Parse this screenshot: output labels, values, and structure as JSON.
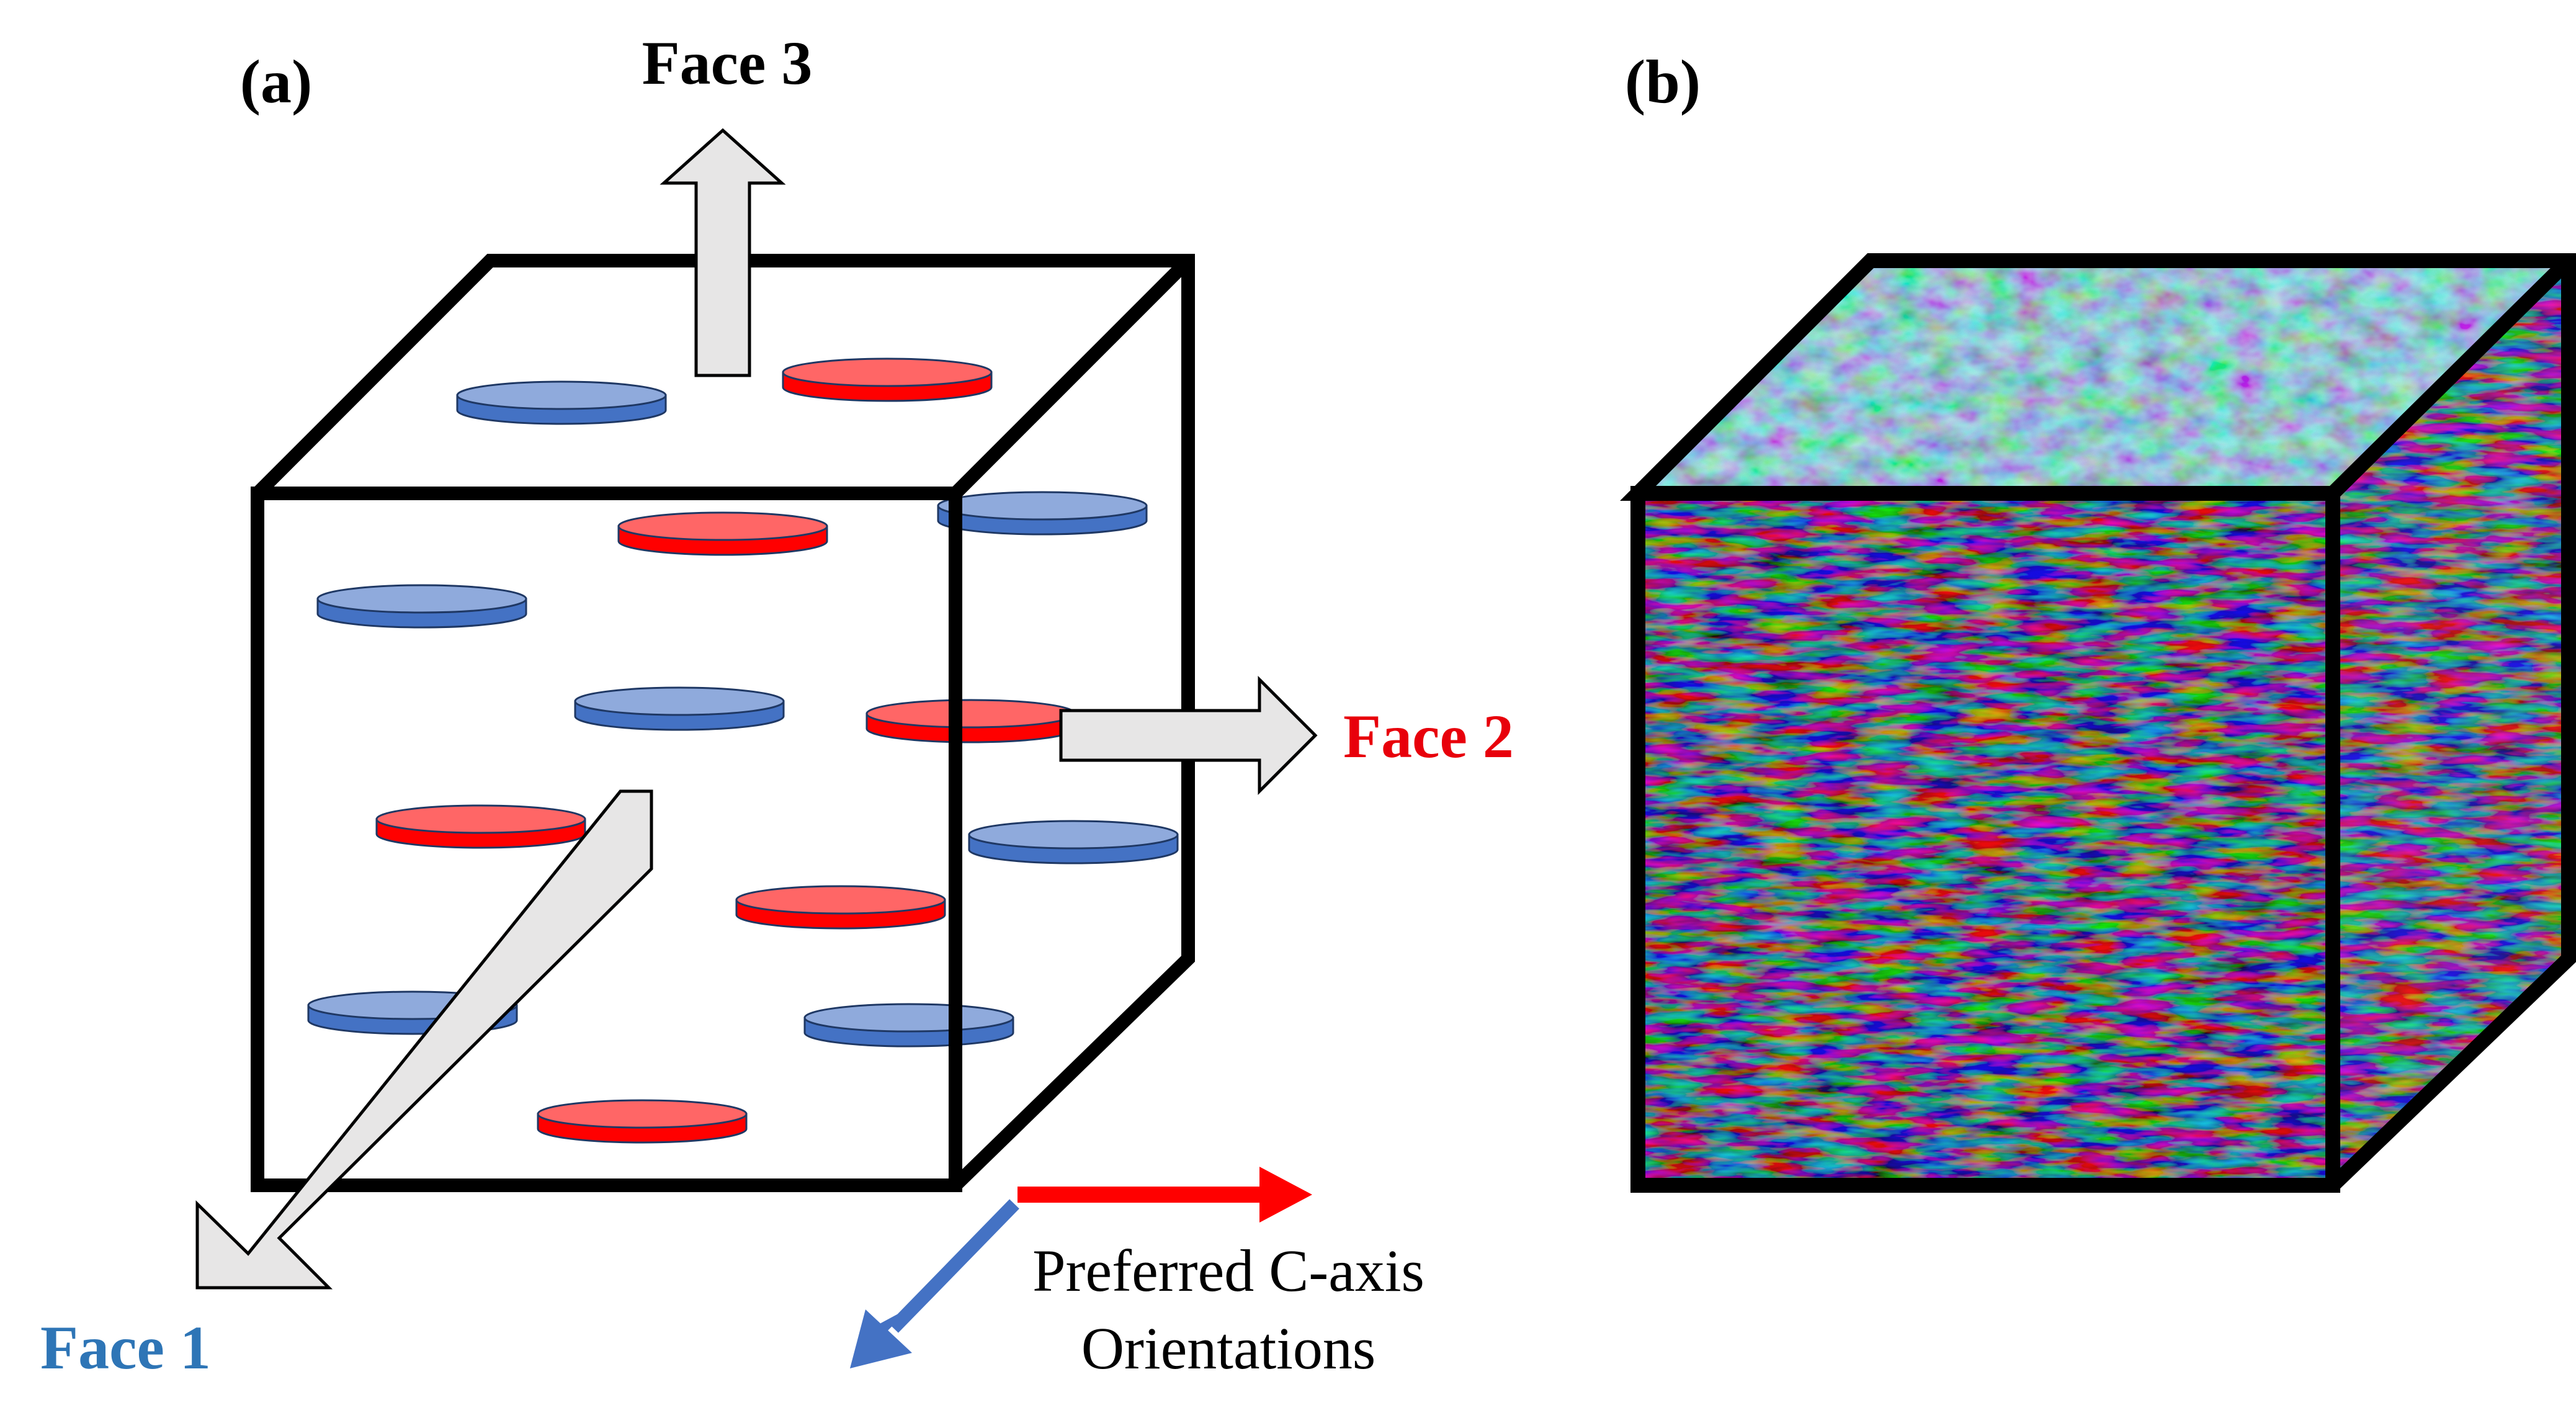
{
  "panel_a": {
    "label": "(a)",
    "face1_label": "Face 1",
    "face2_label": "Face 2",
    "face3_label": "Face 3",
    "legend_line1": "Preferred C-axis",
    "legend_line2": "Orientations"
  },
  "panel_b": {
    "label": "(b)"
  },
  "colors": {
    "red_disk": "#ff0000",
    "blue_disk": "#4472c4",
    "face1_text": "#2e75b6",
    "face2_text": "#e8000b",
    "arrow_fill": "#e7e6e6",
    "ebsd_red": "#e8424a",
    "ebsd_green": "#7fe08a",
    "ebsd_blue": "#7a8fe0"
  },
  "disks": [
    {
      "color": "blue"
    },
    {
      "color": "red"
    },
    {
      "color": "blue"
    },
    {
      "color": "red"
    },
    {
      "color": "blue"
    },
    {
      "color": "blue"
    },
    {
      "color": "red"
    },
    {
      "color": "red"
    },
    {
      "color": "blue"
    },
    {
      "color": "red"
    },
    {
      "color": "blue"
    },
    {
      "color": "blue"
    },
    {
      "color": "red"
    }
  ]
}
